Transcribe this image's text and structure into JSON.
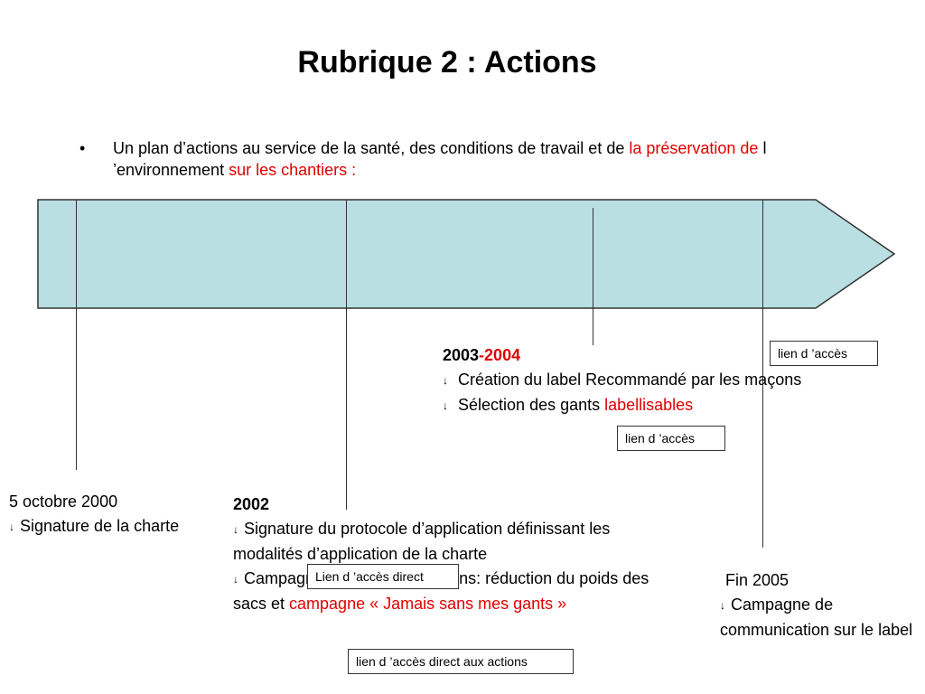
{
  "title": "Rubrique 2 : Actions",
  "bullet": {
    "marker": "•",
    "parts": [
      "Un plan d’actions au service de la santé, des conditions de travail et de ",
      "la préservation de",
      " l ’environnement ",
      "sur les chantiers :"
    ]
  },
  "milestones": {
    "m2000": {
      "date": "5 octobre 2000",
      "item1": "Signature de la charte"
    },
    "m2002": {
      "year": "2002",
      "item1": "Signature du protocole d’application définissant les modalités d’application de la charte",
      "item2_pre": "Campagnes de communications: réduction du poids des sacs et ",
      "item2_red": "campagne « Jamais sans mes gants »"
    },
    "m2003": {
      "year_a": "2003",
      "dash": "-",
      "year_b": "2004",
      "item1": "Création du label Recommandé par les maçons",
      "item2_pre": "Sélection des gants ",
      "item2_red": "labellisables"
    },
    "m2005": {
      "date": "Fin 2005",
      "item1": "Campagne de communication sur le label"
    }
  },
  "arrow_glyph": "↓",
  "links": {
    "link_2005": "lien d ’accès",
    "link_2003": "lien d ’accès",
    "link_2002_direct": "Lien d ’accès direct",
    "link_2002_actions": "lien d ’accès direct aux actions"
  },
  "colors": {
    "timeline_fill": "#b9dfe3",
    "accent_red": "#e00000"
  }
}
